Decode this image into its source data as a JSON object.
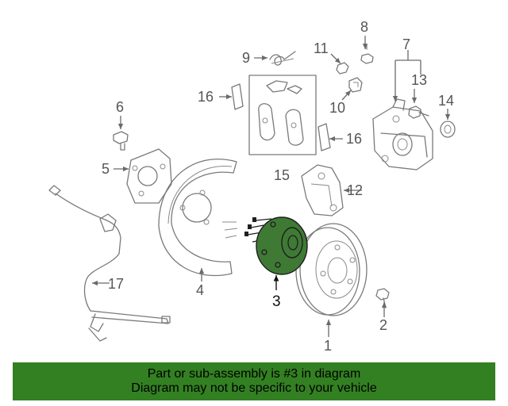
{
  "diagram": {
    "callouts": {
      "c1": "1",
      "c2": "2",
      "c3": "3",
      "c4": "4",
      "c5": "5",
      "c6": "6",
      "c7": "7",
      "c8": "8",
      "c9": "9",
      "c10": "10",
      "c11": "11",
      "c12": "12",
      "c13": "13",
      "c14": "14",
      "c15": "15",
      "c16a": "16",
      "c16b": "16",
      "c17": "17"
    },
    "highlight_color": "#3f7a35"
  },
  "banner": {
    "line1": "Part or sub-assembly is #3 in diagram",
    "line2": "Diagram may not be specific to your vehicle",
    "color": "#338022"
  }
}
